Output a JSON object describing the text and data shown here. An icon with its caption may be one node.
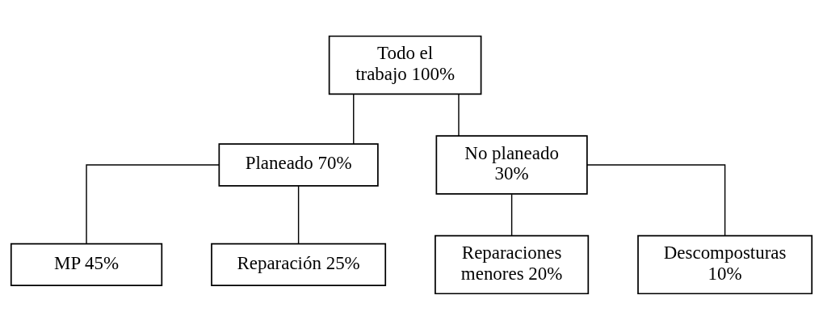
{
  "diagram": {
    "nodes": [
      {
        "text": [
          "Todo el trabajo 100%"
        ]
      },
      {
        "text": [
          "Planeado 70%"
        ]
      },
      {
        "text": [
          "No planeado 30%"
        ]
      },
      {
        "text": [
          "MP 45%"
        ]
      },
      {
        "text": [
          "Reparación 25%"
        ]
      },
      {
        "text": [
          "Reparaciones menores 20%"
        ]
      },
      {
        "text": [
          "Descomposturas 10%"
        ]
      }
    ],
    "edges": [
      {
        "from": 0,
        "to": 1,
        "arrow": "none"
      },
      {
        "from": 0,
        "to": 2,
        "arrow": "none"
      },
      {
        "from": 1,
        "to": 3,
        "arrow": "none"
      },
      {
        "from": 1,
        "to": 4,
        "arrow": "none"
      },
      {
        "from": 2,
        "to": 5,
        "arrow": "none"
      },
      {
        "from": 2,
        "to": 6,
        "arrow": "none"
      }
    ]
  }
}
